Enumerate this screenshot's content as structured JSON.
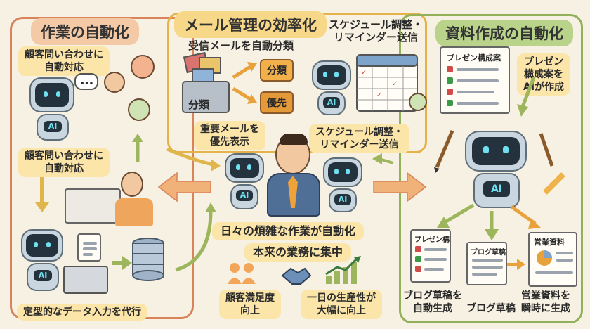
{
  "sections": {
    "left_title": "作業の自動化",
    "mid_title": "メール管理の効率化",
    "right_title": "資料作成の自動化"
  },
  "left": {
    "label_top": "顧客問い合わせに\n自動対応",
    "label_mid": "顧客問い合わせに\n自動対応",
    "label_bottom": "定型的なデータ入力を代行",
    "robot_chest": "AI",
    "robot2_chest": "AI"
  },
  "mid": {
    "label_sort": "受信メールを自動分類",
    "tray_label": "分類",
    "folder1": "分類",
    "folder2": "優先",
    "label_priority": "重要メールを\n優先表示",
    "label_schedule_top": "スケジュール調整・\nリマインダー送信",
    "label_schedule_mid": "スケジュール調整・\nリマインダー送信",
    "robot_chest": "AI"
  },
  "center": {
    "banner1": "日々の煩雑な作業が自動化",
    "banner2": "本来の業務に集中",
    "satisfaction": "顧客満足度\n向上",
    "productivity": "一日の生産性が\n大幅に向上",
    "robot_chest_left": "AI",
    "robot_chest_right": "AI"
  },
  "right": {
    "doc_title": "プレゼン構成案",
    "label_ai": "プレゼン\n構成案を\nAIが作成",
    "robot_chest": "AI",
    "doc1_title": "プレゼン構",
    "doc2_title": "ブログ草稿",
    "doc3_title": "営業資料",
    "label_blog_auto": "ブログ草稿を\n自動生成",
    "label_blog": "ブログ草稿",
    "label_sales": "営業資料を\n瞬時に生成"
  },
  "colors": {
    "orange_border": "#d9835a",
    "yellow_border": "#e6b24a",
    "green_border": "#93b05a",
    "background": "#f7f1e3"
  }
}
